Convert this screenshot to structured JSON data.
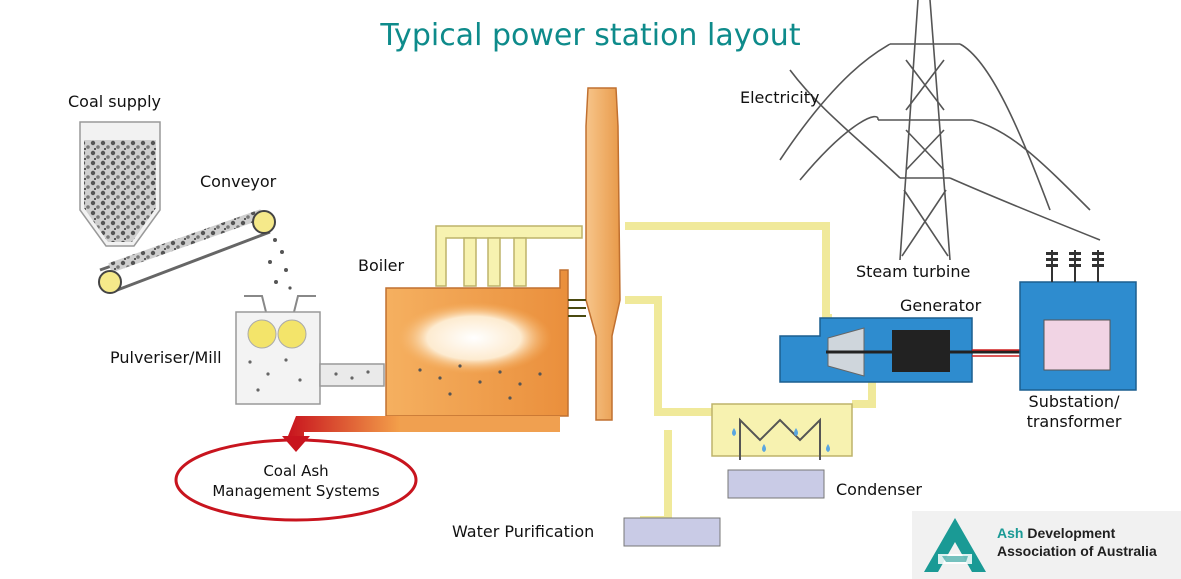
{
  "title": "Typical power station layout",
  "labels": {
    "coal_supply": "Coal supply",
    "conveyor": "Conveyor",
    "boiler": "Boiler",
    "pulveriser": "Pulveriser/Mill",
    "electricity": "Electricity",
    "steam_turbine": "Steam turbine",
    "generator": "Generator",
    "substation_1": "Substation/",
    "substation_2": "transformer",
    "condenser": "Condenser",
    "water_purification": "Water Purification",
    "ash_mgmt_1": "Coal Ash",
    "ash_mgmt_2": "Management Systems"
  },
  "logo": {
    "line1_highlight": "Ash",
    "line1_rest": " Development",
    "line2": "Association of Australia"
  },
  "colors": {
    "title": "#0e8b8b",
    "boiler": "#f0a050",
    "pipe": "#f7f2b0",
    "turbine": "#2e8ccf",
    "ash_arrow": "#c8141e",
    "logo_teal": "#1a9a95"
  }
}
